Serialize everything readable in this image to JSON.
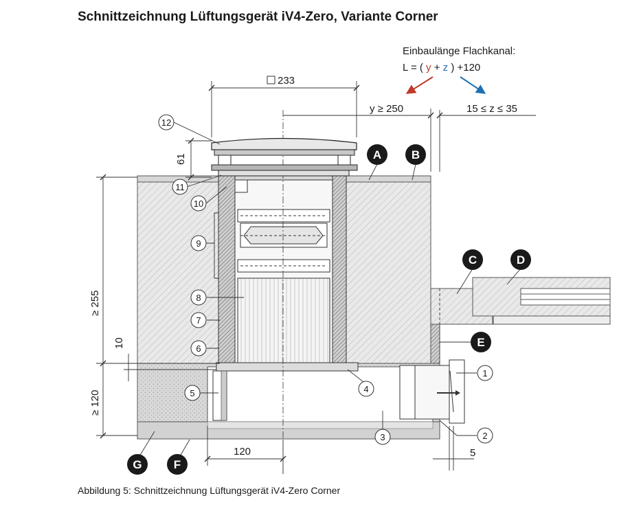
{
  "title": "Schnittzeichnung Lüftungsgerät iV4-Zero, Variante Corner",
  "caption": "Abbildung  5:  Schnittzeichnung Lüftungsgerät iV4-Zero Corner",
  "formula": {
    "line1": "Einbaulänge Flachkanal:",
    "prefix": "L = ( ",
    "y": "y",
    "plus": " + ",
    "z": "z",
    "suffix": " ) +120",
    "y_color": "#c0392b",
    "z_color": "#1f6fb2"
  },
  "dimensions": {
    "square": "233",
    "y_min": "y ≥ 250",
    "z_range": "15 ≤ z ≤ 35",
    "h61": "61",
    "h255": "≥ 255",
    "h10": "10",
    "h120": "≥ 120",
    "w120": "120",
    "w5": "5"
  },
  "letters": [
    "A",
    "B",
    "C",
    "D",
    "E",
    "F",
    "G"
  ],
  "numbers": [
    "1",
    "2",
    "3",
    "4",
    "5",
    "6",
    "7",
    "8",
    "9",
    "10",
    "11",
    "12"
  ]
}
